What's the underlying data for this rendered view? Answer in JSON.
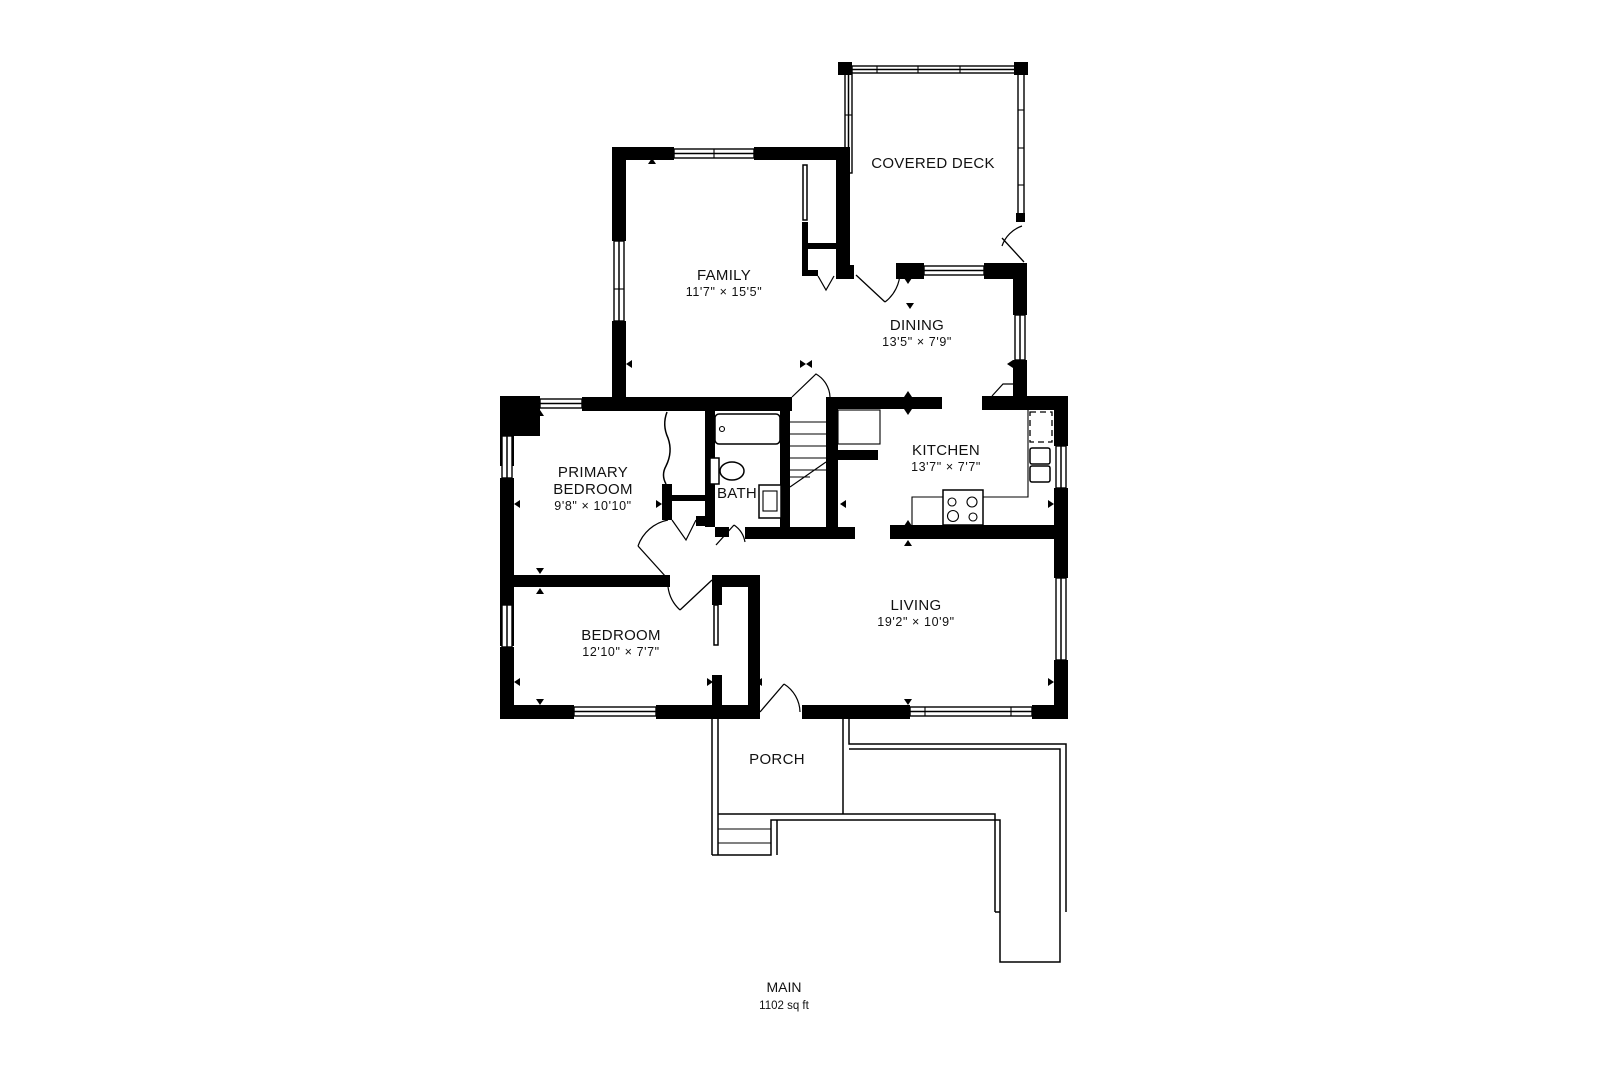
{
  "plan": {
    "floor_name": "MAIN",
    "floor_area": "1102 sq ft",
    "colors": {
      "wall": "#000000",
      "background": "#ffffff",
      "text": "#111111"
    }
  },
  "rooms": {
    "covered_deck": {
      "name": "COVERED DECK",
      "dims": ""
    },
    "family": {
      "name": "FAMILY",
      "dims": "11'7\" × 15'5\""
    },
    "dining": {
      "name": "DINING",
      "dims": "13'5\" × 7'9\""
    },
    "primary_bedroom": {
      "name_line1": "PRIMARY",
      "name_line2": "BEDROOM",
      "dims": "9'8\" × 10'10\""
    },
    "bath": {
      "name": "BATH"
    },
    "kitchen": {
      "name": "KITCHEN",
      "dims": "13'7\" × 7'7\""
    },
    "living": {
      "name": "LIVING",
      "dims": "19'2\" × 10'9\""
    },
    "bedroom": {
      "name": "BEDROOM",
      "dims": "12'10\" × 7'7\""
    },
    "porch": {
      "name": "PORCH"
    }
  },
  "icons": [
    "door-swing-icon",
    "window-icon",
    "bathtub-icon",
    "toilet-icon",
    "sink-icon",
    "stove-icon",
    "stairs-icon",
    "dimension-marker-icon"
  ]
}
